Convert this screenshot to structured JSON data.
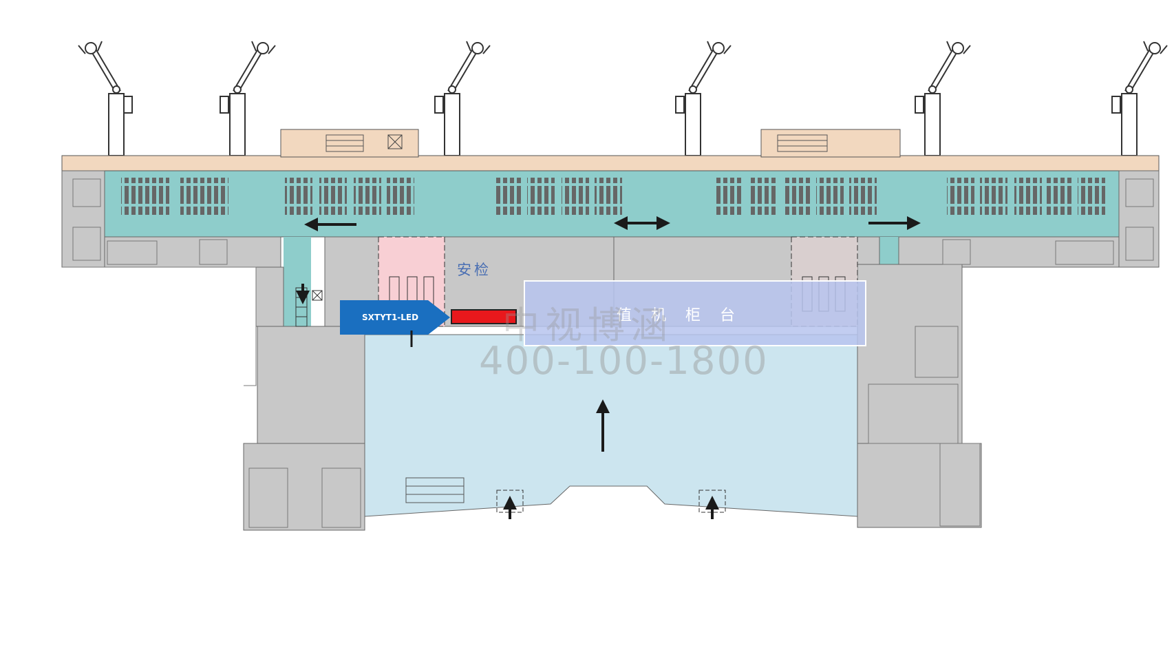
{
  "map": {
    "security_label": "安检",
    "checkin_label": "值机柜台",
    "ad_position_code": "SXTYT1-LED",
    "watermark": {
      "company": "中视博涵",
      "phone": "400-100-1800"
    }
  },
  "colors": {
    "apron_strip": "#f2d8bf",
    "concourse": "#8ecdcb",
    "service_area": "#c8c8c8",
    "landside_hall": "#cce5ef",
    "checkin_zone": "#b7c4ee",
    "security_zone": "#f8cfd4",
    "ad_tag": "#1a6fc0",
    "led_screen": "#e8181c",
    "flow_arrow": "#1a1a1a"
  },
  "icons": [
    "jet-bridge-icon",
    "escalator-icon",
    "elevator-icon",
    "flow-arrow-icon",
    "seating-icon",
    "entrance-door-icon"
  ]
}
